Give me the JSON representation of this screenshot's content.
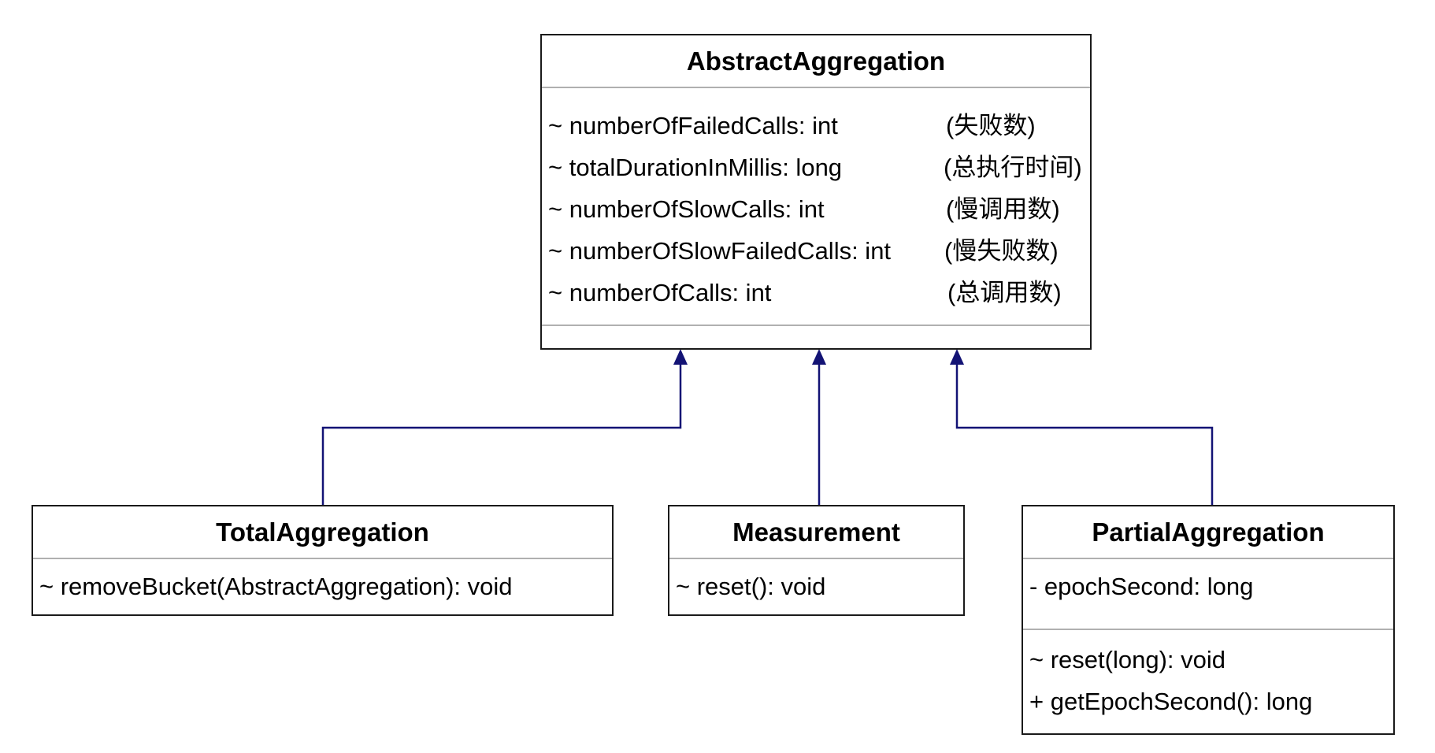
{
  "colors": {
    "connector": "#131375",
    "border": "#1a1a1a",
    "divider": "#b0b0b0"
  },
  "classes": {
    "abstract": {
      "name": "AbstractAggregation",
      "attributes": [
        {
          "text": "~ numberOfFailedCalls: int",
          "note": "(失败数)"
        },
        {
          "text": "~ totalDurationInMillis: long",
          "note": "(总执行时间)"
        },
        {
          "text": "~ numberOfSlowCalls: int",
          "note": "(慢调用数)"
        },
        {
          "text": "~ numberOfSlowFailedCalls: int",
          "note": "(慢失败数)"
        },
        {
          "text": "~ numberOfCalls: int",
          "note": "(总调用数)"
        }
      ],
      "operations": []
    },
    "total": {
      "name": "TotalAggregation",
      "operations": [
        "~ removeBucket(AbstractAggregation): void"
      ]
    },
    "measurement": {
      "name": "Measurement",
      "operations": [
        "~ reset(): void"
      ]
    },
    "partial": {
      "name": "PartialAggregation",
      "attributes": [
        "- epochSecond: long"
      ],
      "operations": [
        "~ reset(long): void",
        "+ getEpochSecond(): long"
      ]
    }
  }
}
